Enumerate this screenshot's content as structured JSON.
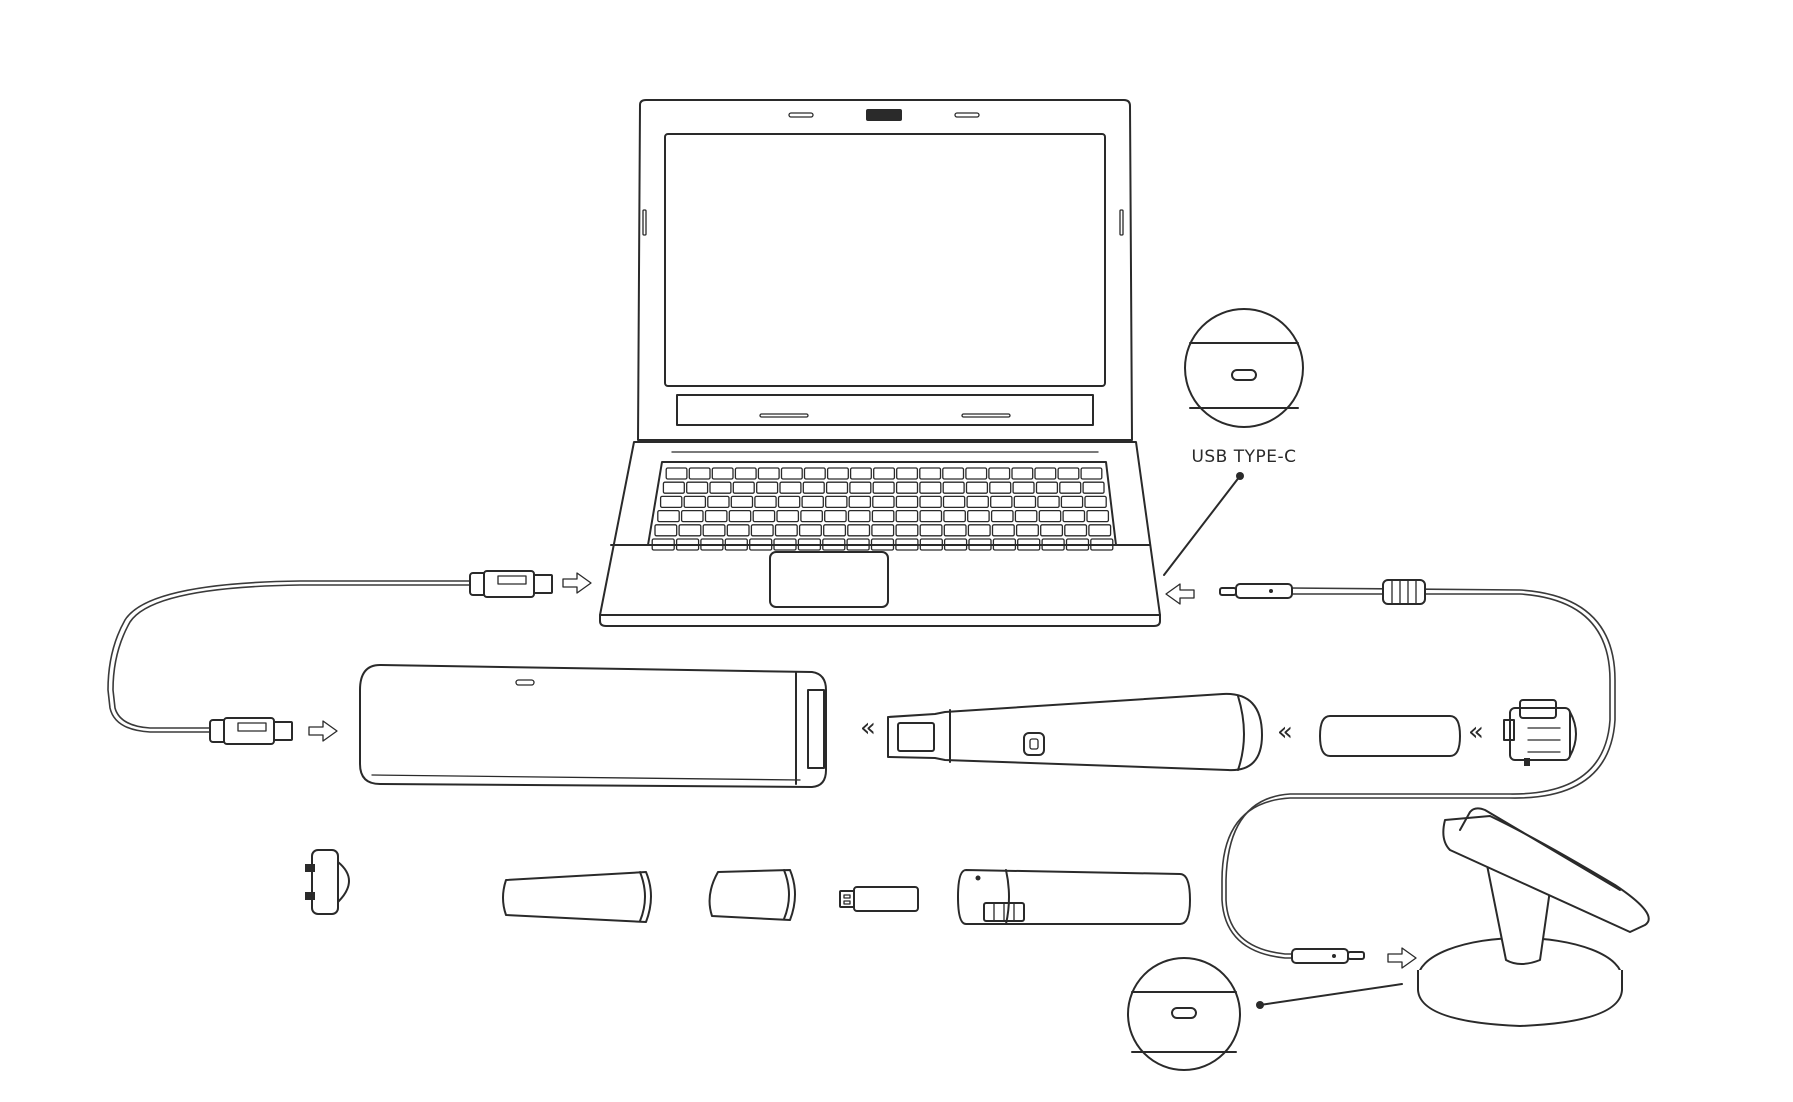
{
  "diagram": {
    "callouts": [
      {
        "id": "laptop-port",
        "label": "USB TYPE-C"
      },
      {
        "id": "stand-port",
        "label": ""
      }
    ],
    "components": [
      "laptop",
      "soundbar",
      "handheld-device",
      "cylinder-cap",
      "charging-stand",
      "usb-a-cable",
      "usb-c-cable",
      "knob",
      "long-tip",
      "short-tip",
      "usb-dongle",
      "battery-module"
    ]
  }
}
